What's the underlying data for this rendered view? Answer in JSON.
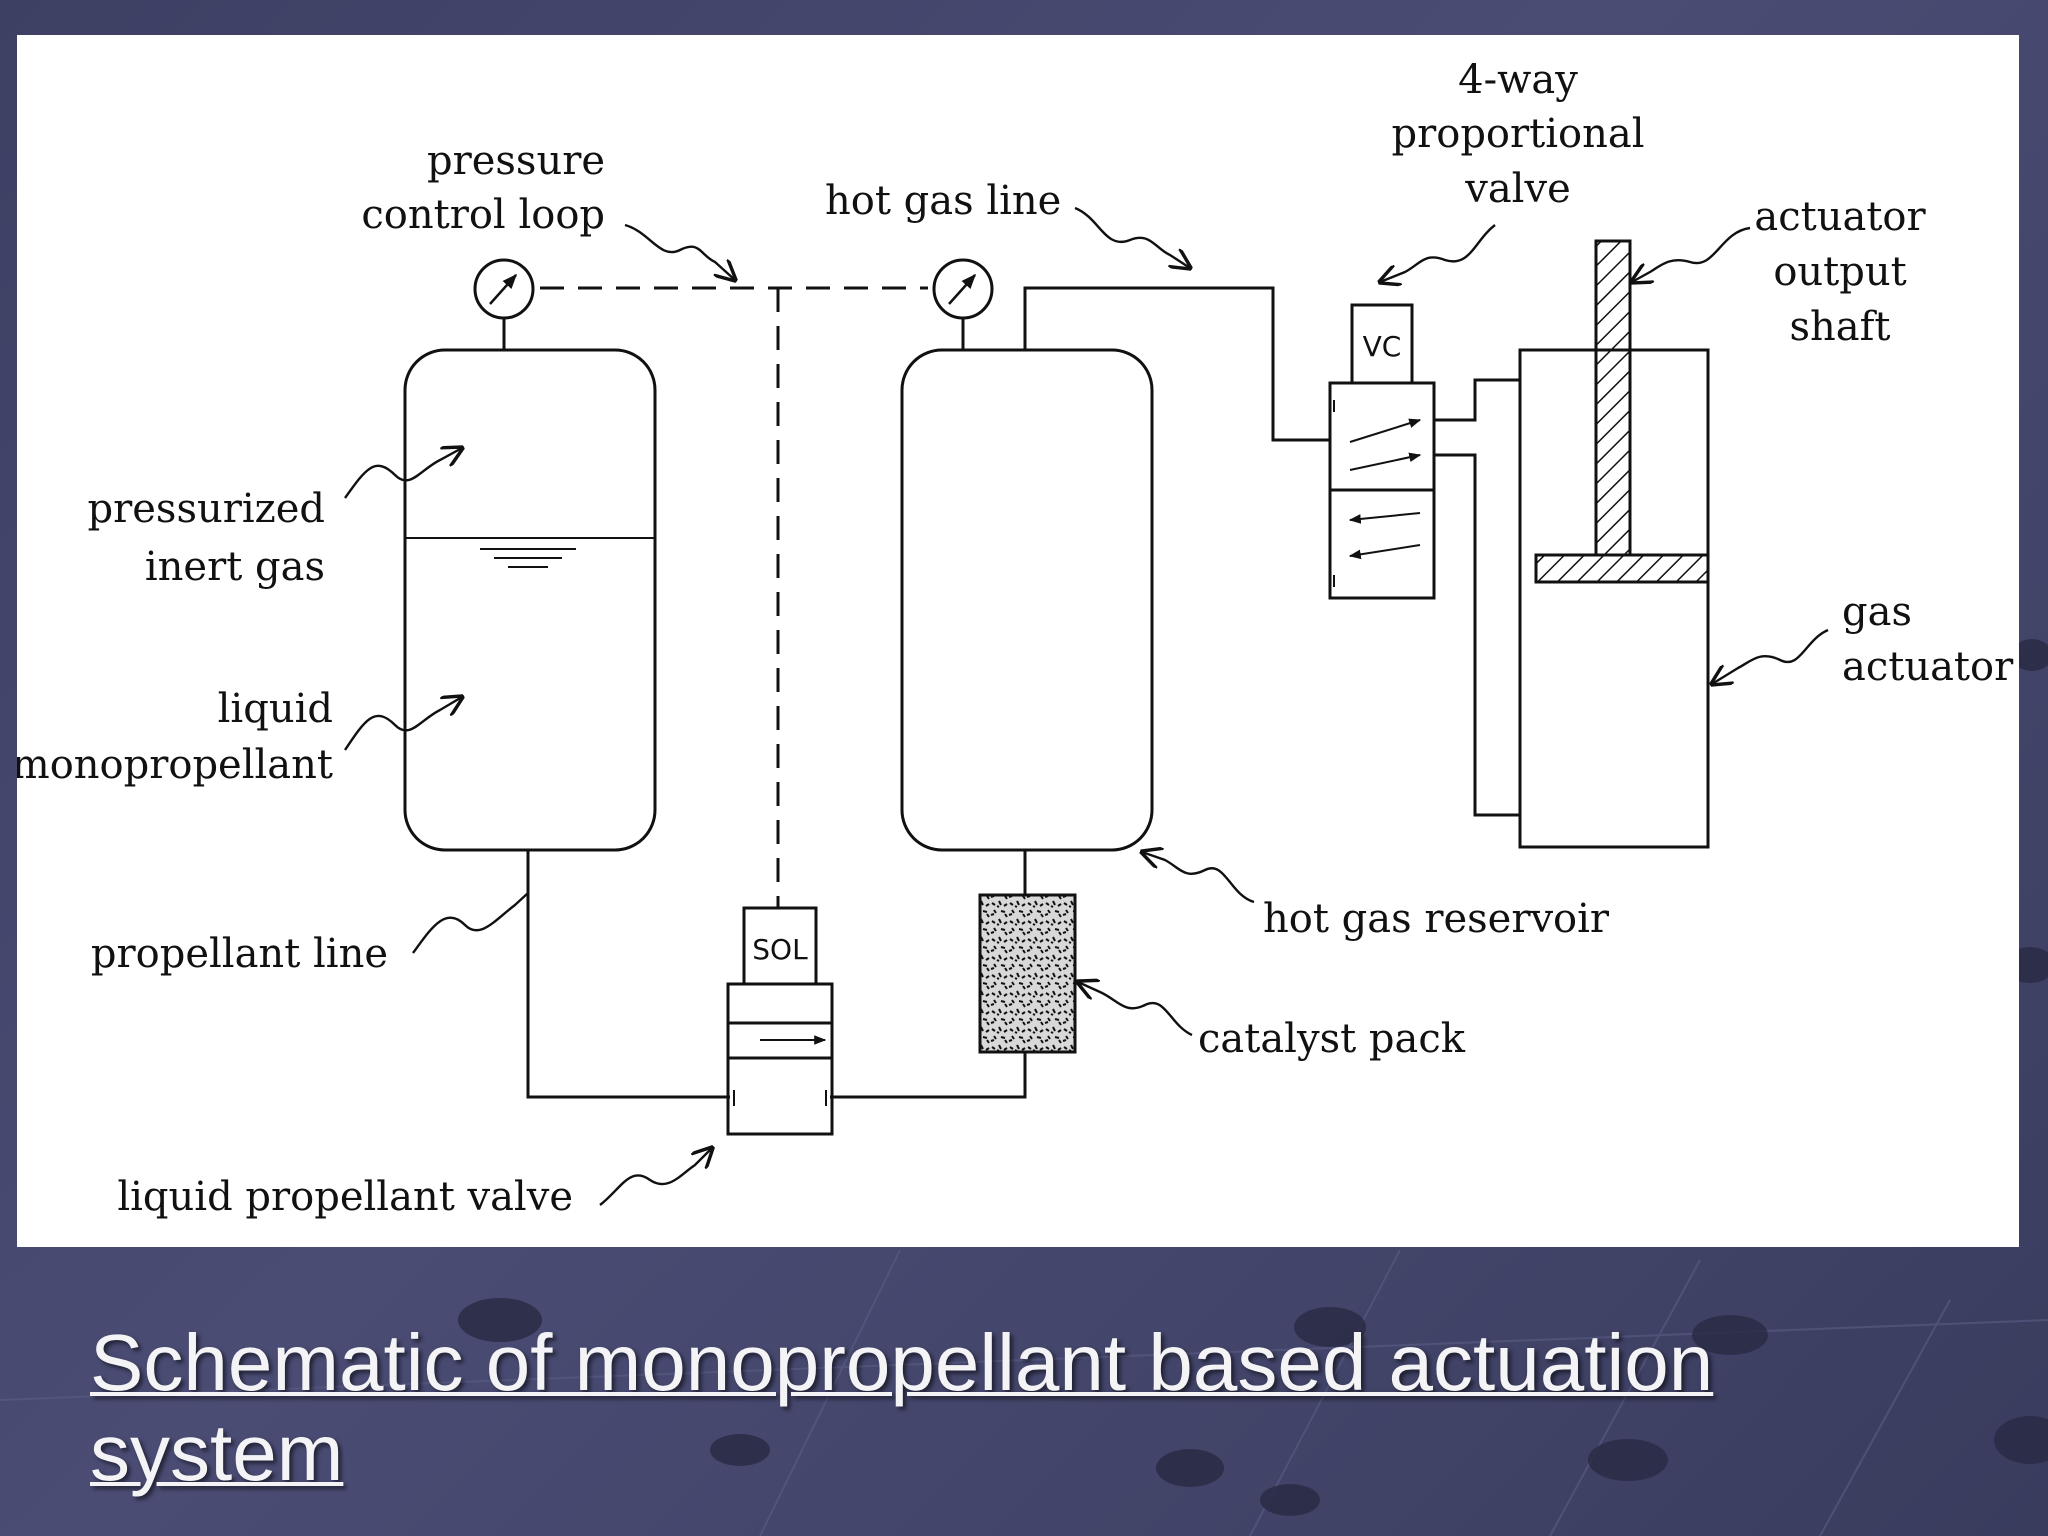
{
  "slide": {
    "title": "Schematic of monopropellant based actuation system",
    "background_color": "#43456b"
  },
  "diagram": {
    "labels": {
      "pressure_control_loop": [
        "pressure",
        "control loop"
      ],
      "hot_gas_line": "hot gas line",
      "proportional_valve": [
        "4-way",
        "proportional",
        "valve"
      ],
      "actuator_output_shaft": [
        "actuator",
        "output",
        "shaft"
      ],
      "pressurized_inert_gas": [
        "pressurized",
        "inert gas"
      ],
      "liquid_monopropellant": [
        "liquid",
        "monopropellant"
      ],
      "gas_actuator": [
        "gas",
        "actuator"
      ],
      "propellant_line": "propellant line",
      "hot_gas_reservoir": "hot gas reservoir",
      "catalyst_pack": "catalyst pack",
      "liquid_propellant_valve": "liquid propellant valve",
      "sol_box": "SOL",
      "vc_box": "VC"
    },
    "icons": [
      "pressure-gauge-icon",
      "arrow-icon",
      "catalyst-hatch-icon"
    ]
  }
}
